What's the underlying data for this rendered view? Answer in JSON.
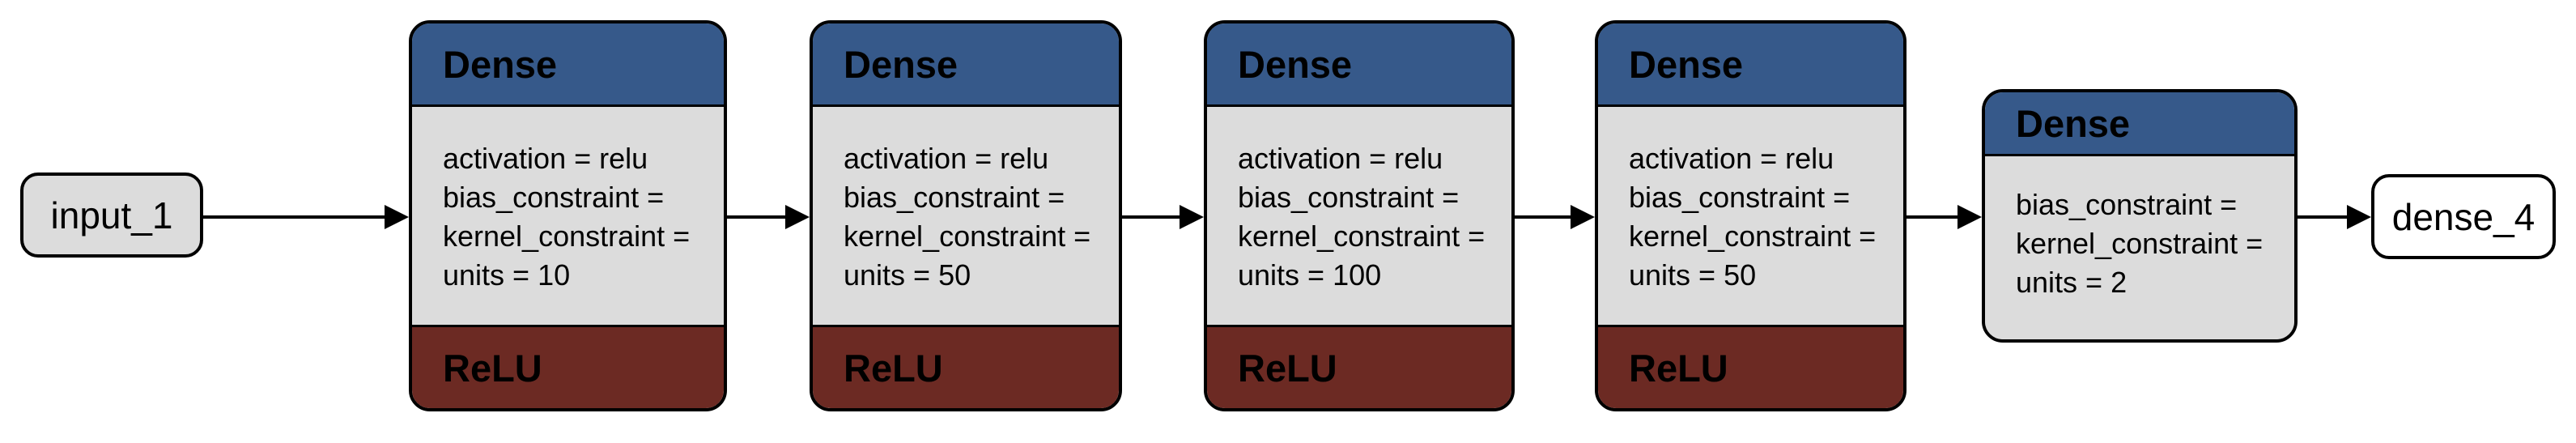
{
  "diagram": {
    "input_node": {
      "label": "input_1"
    },
    "output_node": {
      "label": "dense_4"
    },
    "layers": [
      {
        "title": "Dense",
        "params": [
          "activation = relu",
          "bias_constraint =",
          "kernel_constraint =",
          "units = 10"
        ],
        "activation_badge": "ReLU"
      },
      {
        "title": "Dense",
        "params": [
          "activation = relu",
          "bias_constraint =",
          "kernel_constraint =",
          "units = 50"
        ],
        "activation_badge": "ReLU"
      },
      {
        "title": "Dense",
        "params": [
          "activation = relu",
          "bias_constraint =",
          "kernel_constraint =",
          "units = 100"
        ],
        "activation_badge": "ReLU"
      },
      {
        "title": "Dense",
        "params": [
          "activation = relu",
          "bias_constraint =",
          "kernel_constraint =",
          "units = 50"
        ],
        "activation_badge": "ReLU"
      },
      {
        "title": "Dense",
        "params": [
          "bias_constraint =",
          "kernel_constraint =",
          "units = 2"
        ],
        "activation_badge": null
      }
    ],
    "colors": {
      "header_blue": "#36598a",
      "body_gray": "#dcdcdc",
      "footer_red": "#6c2a23",
      "input_node_fill": "#dcdcdc",
      "output_node_fill": "#ffffff",
      "border": "#000000"
    }
  }
}
